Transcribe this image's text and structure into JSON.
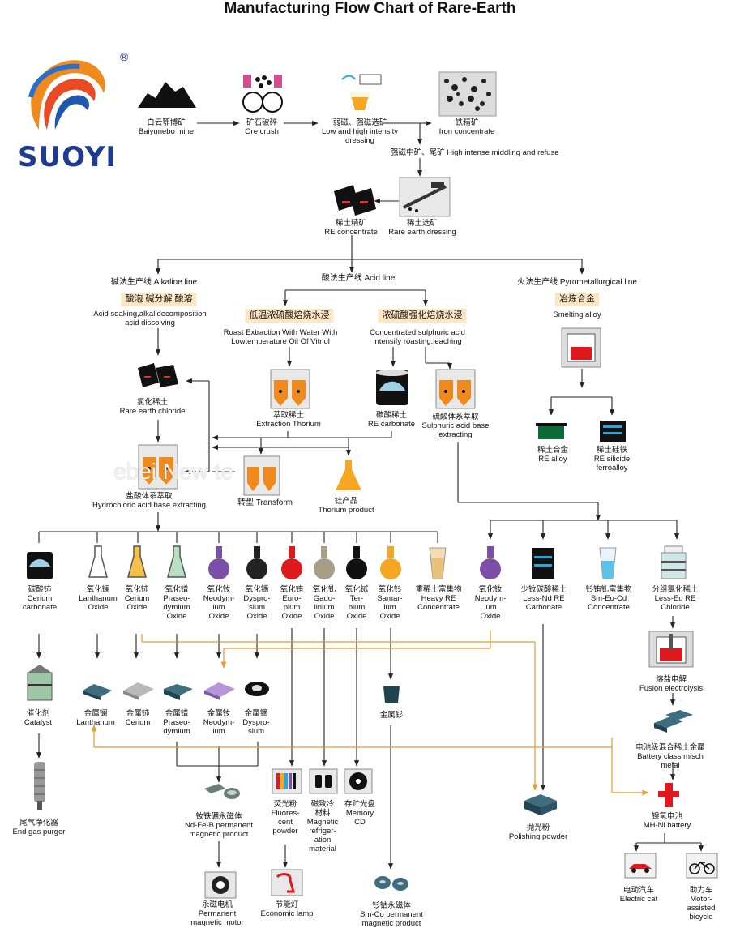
{
  "title": "Manufacturing Flow Chart of Rare-Earth",
  "brand": {
    "name": "SUOYI",
    "mark": "®"
  },
  "watermark": "ebei      New     te",
  "colors": {
    "arrow": "#222222",
    "orange_arrow": "#e8992f",
    "label_box": "#fde6c4",
    "brand": "#1e3b8f"
  },
  "top_row": {
    "mine": "白云鄂博矿\nBaiyunebo mine",
    "crush": "矿石破碎\nOre crush",
    "dressing": "弱磁、强磁选矿\nLow and high intensity\ndressing",
    "iron": "铁精矿\nIron concentrate",
    "middling": "强磁中矿、尾矿  High intense middling and refuse",
    "re_concentrate": "稀土精矿\nRE concentrate",
    "re_dressing": "稀土选矿\nRare earth dressing"
  },
  "lines": {
    "alkaline": "碱法生产线  Alkaline line",
    "acid": "酸法生产线  Acid line",
    "pyro": "火法生产线  Pyrometallurgical line"
  },
  "alkaline": {
    "box": "酸泡  碱分解  酸溶",
    "desc": "Acid soaking,alkalidecomposition\nacid dissolving",
    "chloride": "氯化稀土\nRare earth chloride",
    "hcl": "盐酸体系萃取\nHydrochloric acid base extracting"
  },
  "acid": {
    "box_low": "低温浓硫酸焙烧水浸",
    "desc_low": "Roast Extraction With Water With\nLowtemperature Oil Of Vitriol",
    "box_conc": "浓硫酸强化焙烧水浸",
    "desc_conc": "Concentrated sulphuric acid\nintensify roasting,leaching",
    "thorium": "萃取稀土\nExtraction Thorium",
    "carbonate": "碳酸稀土\nRE carbonate",
    "sulph": "硫酸体系萃取\nSulphuric acid base\nextracting",
    "transform": "转型  Transform",
    "th_product": "钍产品\nThorium product"
  },
  "pyro": {
    "box": "冶炼合金",
    "desc": "Smelting alloy",
    "alloy": "稀土合金\nRE alloy",
    "ferro": "稀土硅铁\nRE silicide\nferroalloy"
  },
  "products": [
    {
      "id": "ce-carb",
      "label": "碳酸铈\nCerium\ncarbonate"
    },
    {
      "id": "la-ox",
      "label": "氧化镧\nLanthanum\nOxide"
    },
    {
      "id": "ce-ox",
      "label": "氧化铈\nCerium\nOxide"
    },
    {
      "id": "pr-ox",
      "label": "氧化镨\nPraseo-\ndymium\nOxide"
    },
    {
      "id": "nd-ox",
      "label": "氧化钕\nNeodym-\nium\nOxide"
    },
    {
      "id": "dy-ox",
      "label": "氧化镝\nDyspro-\nsium\nOxide"
    },
    {
      "id": "eu-ox",
      "label": "氧化铕\nEuro-\npium\nOxide"
    },
    {
      "id": "gd-ox",
      "label": "氧化钆\nGado-\nlinium\nOxide"
    },
    {
      "id": "tb-ox",
      "label": "氧化铽\nTer-\nbium\nOxide"
    },
    {
      "id": "sm-ox",
      "label": "氧化钐\nSamar-\nium\nOxide"
    },
    {
      "id": "heavy",
      "label": "重稀土富集物\nHeavy RE\nConcentrate"
    },
    {
      "id": "nd-ox2",
      "label": "氧化钕\nNeodym-\nium\nOxide"
    },
    {
      "id": "lessnd",
      "label": "少钕碳酸稀土\nLess-Nd RE\nCarbonate"
    },
    {
      "id": "smeugd",
      "label": "钐铕钆富集物\nSm-Eu-Cd\nConcentrate"
    },
    {
      "id": "lesseu",
      "label": "分组氯化稀土\nLess-Eu RE\nChloride"
    }
  ],
  "metals": {
    "catalyst": "催化剂\nCatalyst",
    "la": "金属镧\nLanthanum",
    "ce": "金属铈\nCerium",
    "pr": "金属镨\nPraseo-\ndymium",
    "nd": "金属钕\nNeodym-\nium",
    "dy": "金属镝\nDyspro-\nsium",
    "sm": "金属钐"
  },
  "downstream": {
    "purger": "尾气净化器\nEnd gas purger",
    "ndfeb": "钕铁硼永磁体\nNd-Fe-B permanent\nmagnetic product",
    "motor": "永磁电机\nPermanent\nmagnetic motor",
    "fluor": "荧光粉\nFluores-\ncent\npowder",
    "lamp": "节能灯\nEconomic lamp",
    "magref": "磁致冷\n材料\nMagnetic\nrefriger-\nation\nmaterial",
    "cd": "存贮光盘\nMemory\nCD",
    "smco": "钐钴永磁体\nSm-Co permanent\nmagnetic product",
    "polish": "抛光粉\nPolishing powder",
    "fusion": "熔盐电解\nFusion electrolysis",
    "misch": "电池级混合稀土金属\nBattery class misch metal",
    "nimh": "镍氢电池\nMH-Ni battery",
    "ecar": "电动汽车\nElectric cat",
    "bike": "助力车\nMotor-assisted\nbicycle"
  }
}
